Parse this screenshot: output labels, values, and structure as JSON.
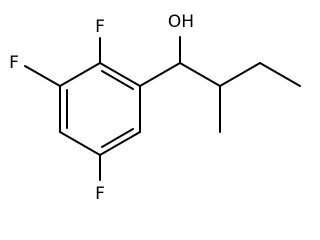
{
  "molecule": {
    "atoms": {
      "hydroxyl": "OH",
      "fluorine_top": "F",
      "fluorine_left": "F",
      "fluorine_bottom": "F"
    }
  },
  "colors": {
    "bond": "#000000",
    "label": "#000000",
    "background": "#ffffff"
  }
}
